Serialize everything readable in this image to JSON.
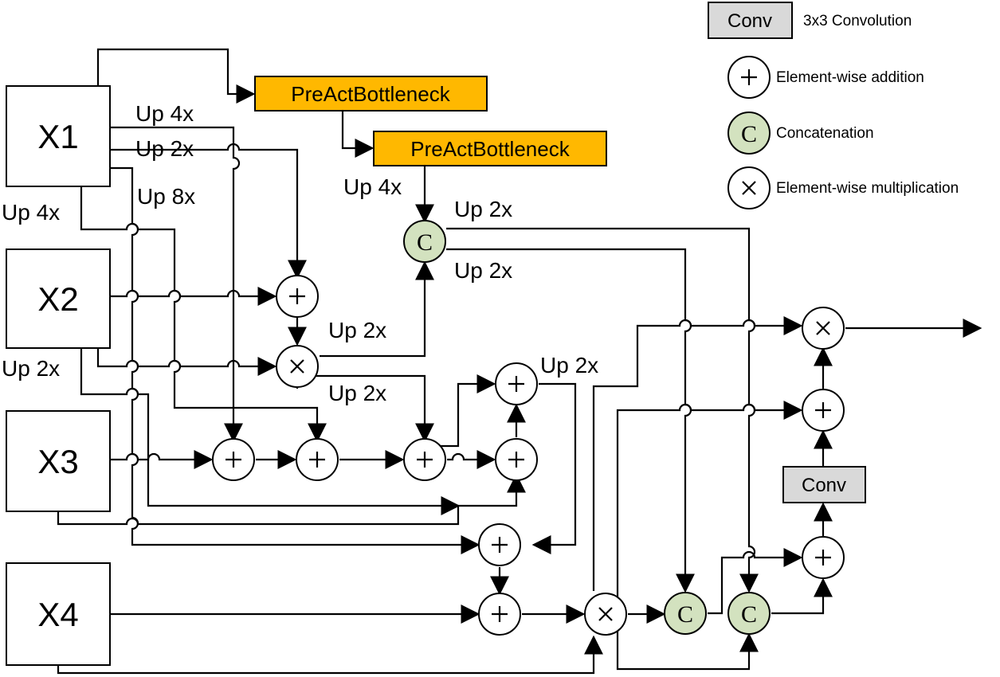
{
  "inputs": {
    "x1": "X1",
    "x2": "X2",
    "x3": "X3",
    "x4": "X4"
  },
  "blocks": {
    "preact_1": "PreActBottleneck",
    "preact_2": "PreActBottleneck",
    "conv": "Conv"
  },
  "labels": {
    "up4x_a": "Up 4x",
    "up2x_a": "Up 2x",
    "up8x": "Up 8x",
    "up4x_b": "Up 4x",
    "up4x_c": "Up 4x",
    "up2x_b": "Up 2x",
    "up2x_c": "Up 2x",
    "up2x_d": "Up 2x",
    "up2x_e": "Up 2x",
    "up2x_f": "Up 2x",
    "up2x_g": "Up 2x"
  },
  "op_symbols": {
    "concat": "C"
  },
  "legend": {
    "conv_box": "Conv",
    "conv_desc": "3x3 Convolution",
    "add_desc": "Element-wise addition",
    "concat_symbol": "C",
    "concat_desc": "Concatenation",
    "mul_desc": "Element-wise multiplication"
  },
  "colors": {
    "preact": "#ffb800",
    "concat": "#d3e2bf",
    "conv": "#d9d9d9"
  }
}
